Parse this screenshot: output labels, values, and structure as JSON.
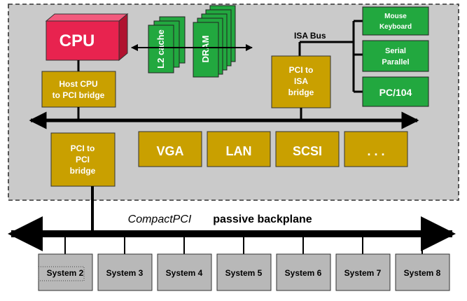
{
  "cpu": {
    "label": "CPU"
  },
  "l2_cache": {
    "label": "L2 cache"
  },
  "dram": {
    "label": "DRAM"
  },
  "host_bridge": {
    "line1": "Host CPU",
    "line2": "to PCI bridge"
  },
  "isa_bus": {
    "label": "ISA Bus"
  },
  "pci_isa_bridge": {
    "line1": "PCI to",
    "line2": "ISA",
    "line3": "bridge"
  },
  "isa_devices": {
    "mouse_keyboard": {
      "line1": "Mouse",
      "line2": "Keyboard"
    },
    "serial_parallel": {
      "line1": "Serial",
      "line2": "Parallel"
    },
    "pc104": {
      "label": "PC/104"
    }
  },
  "pci_pci_bridge": {
    "line1": "PCI to",
    "line2": "PCI",
    "line3": "bridge"
  },
  "pci_cards": [
    "VGA",
    "LAN",
    "SCSI",
    ". . ."
  ],
  "backplane": {
    "label_italic": "CompactPCI",
    "label_bold": "passive backplane"
  },
  "systems": [
    "System 2",
    "System 3",
    "System 4",
    "System 5",
    "System 6",
    "System 7",
    "System 8"
  ],
  "colors": {
    "board_bg": "#cacaca",
    "bridge_fill": "#c9a000",
    "cpu_front": "#e8234f",
    "cpu_top": "#f25a7d",
    "cpu_side": "#b0122f",
    "green": "#22a83f",
    "system_fill": "#b8b8b8",
    "bus": "#000000"
  }
}
